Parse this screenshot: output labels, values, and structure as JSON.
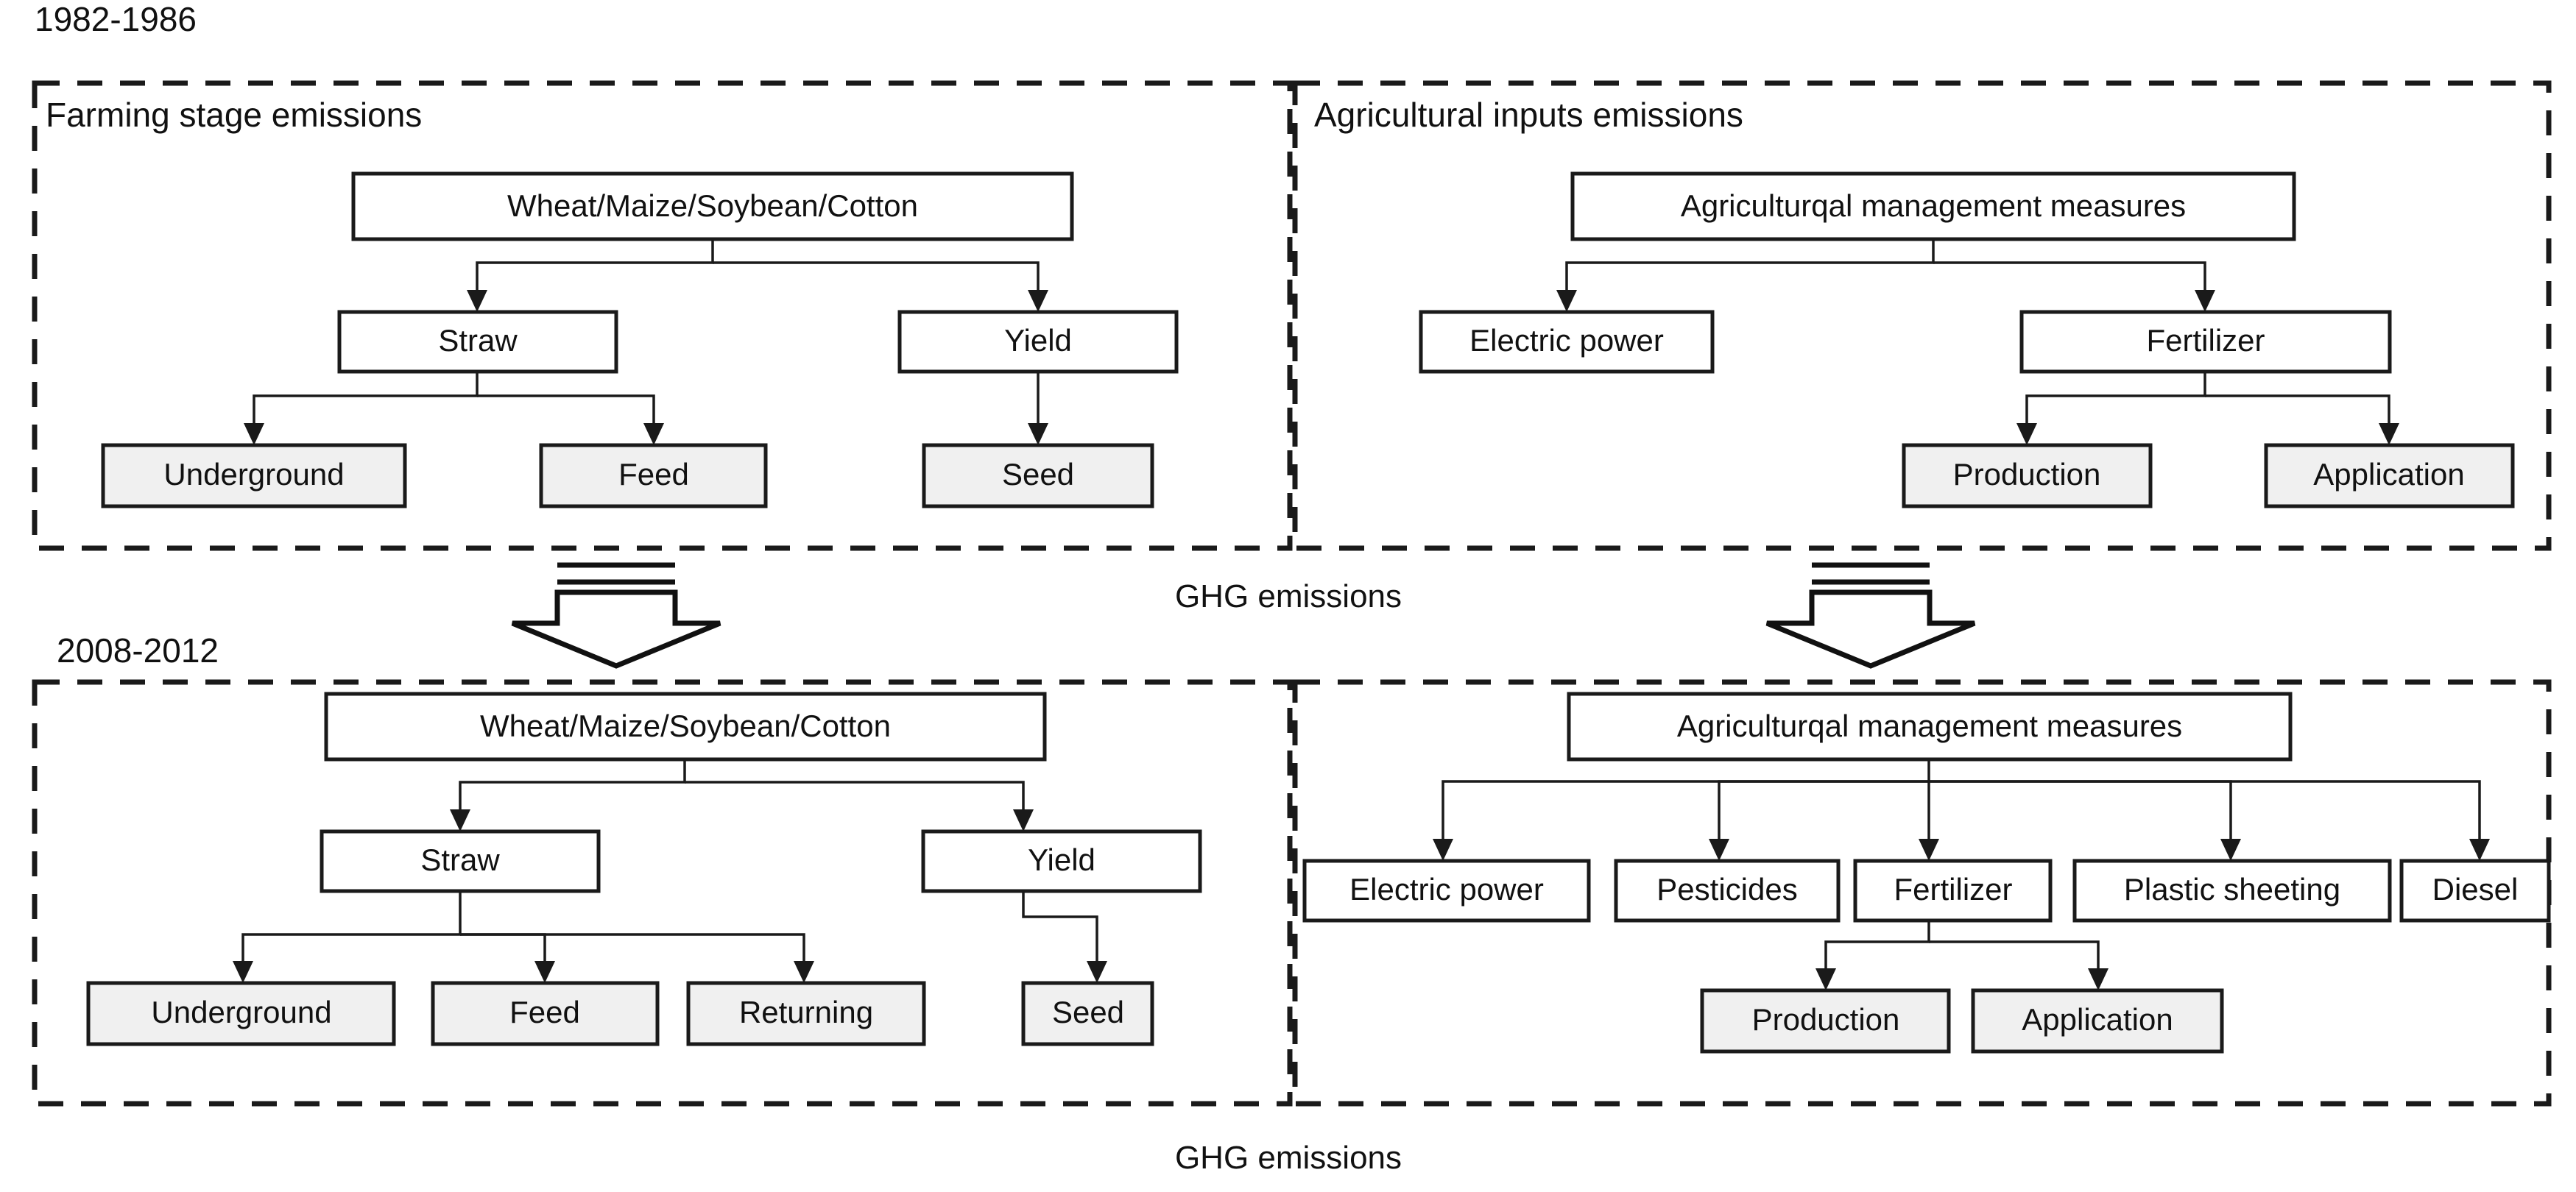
{
  "figure": {
    "title_periods": {
      "period_top": "1982-1986",
      "period_bottom": "2008-2012"
    },
    "ghg_label_middle": "GHG emissions",
    "ghg_label_bottom": "GHG emissions"
  },
  "panels": {
    "top_left": {
      "label": "Farming stage emissions",
      "nodes": {
        "root": "Wheat/Maize/Soybean/Cotton",
        "straw": "Straw",
        "yield": "Yield",
        "underground": "Underground",
        "feed": "Feed",
        "seed": "Seed"
      }
    },
    "top_right": {
      "label": "Agricultural inputs emissions",
      "nodes": {
        "root": "Agriculturqal management measures",
        "electric_power": "Electric power",
        "fertilizer": "Fertilizer",
        "production": "Production",
        "application": "Application"
      }
    },
    "bottom_left": {
      "label": "",
      "nodes": {
        "root": "Wheat/Maize/Soybean/Cotton",
        "straw": "Straw",
        "yield": "Yield",
        "underground": "Underground",
        "feed": "Feed",
        "returning": "Returning",
        "seed": "Seed"
      }
    },
    "bottom_right": {
      "label": "",
      "nodes": {
        "root": "Agriculturqal management measures",
        "electric_power": "Electric power",
        "pesticides": "Pesticides",
        "fertilizer": "Fertilizer",
        "plastic_sheeting": "Plastic sheeting",
        "diesel": "Diesel",
        "production": "Production",
        "application": "Application"
      }
    }
  },
  "colors": {
    "stroke": "#1a1a1a",
    "box_fill": "#ffffff",
    "leaf_fill": "#f0f0f0",
    "background": "#ffffff"
  }
}
